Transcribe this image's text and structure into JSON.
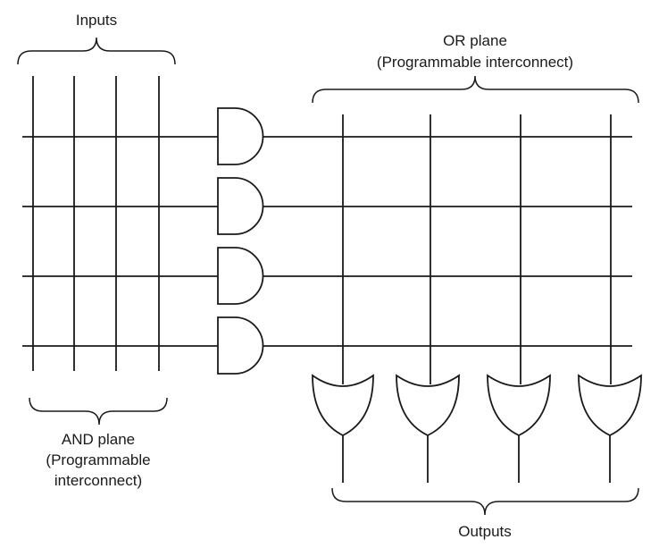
{
  "labels": {
    "inputs": "Inputs",
    "or_plane_line1": "OR plane",
    "or_plane_line2": "(Programmable interconnect)",
    "and_plane_line1": "AND plane",
    "and_plane_line2": "(Programmable",
    "and_plane_line3": "interconnect)",
    "outputs": "Outputs"
  },
  "structure": {
    "input_lines": 4,
    "and_gates": 4,
    "or_gates": 4,
    "outputs": 4
  },
  "colors": {
    "stroke": "#1a1a1a",
    "background": "#ffffff"
  }
}
